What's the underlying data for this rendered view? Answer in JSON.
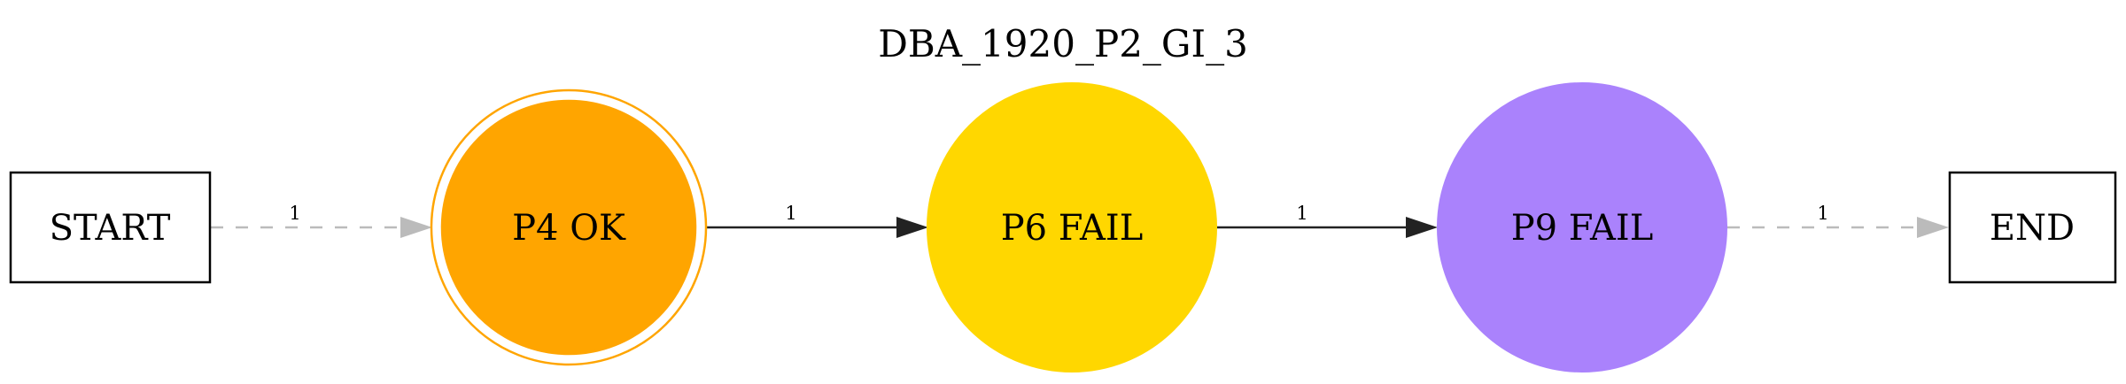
{
  "title": "DBA_1920_P2_GI_3",
  "colors": {
    "start_end_border": "#000000",
    "p4_fill": "#FFA500",
    "p4_ring": "#FFA500",
    "p6_fill": "#FFD700",
    "p9_fill": "#AA82FC",
    "solid_edge": "#222222",
    "dashed_edge": "#BBBBBB"
  },
  "nodes": {
    "start": {
      "label": "START",
      "shape": "box"
    },
    "p4": {
      "label": "P4 OK",
      "shape": "doublecircle"
    },
    "p6": {
      "label": "P6 FAIL",
      "shape": "circle"
    },
    "p9": {
      "label": "P9 FAIL",
      "shape": "circle"
    },
    "end": {
      "label": "END",
      "shape": "box"
    }
  },
  "edges": [
    {
      "from": "START",
      "to": "P4 OK",
      "label": "1",
      "style": "dashed"
    },
    {
      "from": "P4 OK",
      "to": "P6 FAIL",
      "label": "1",
      "style": "solid"
    },
    {
      "from": "P6 FAIL",
      "to": "P9 FAIL",
      "label": "1",
      "style": "solid"
    },
    {
      "from": "P9 FAIL",
      "to": "END",
      "label": "1",
      "style": "dashed"
    }
  ]
}
